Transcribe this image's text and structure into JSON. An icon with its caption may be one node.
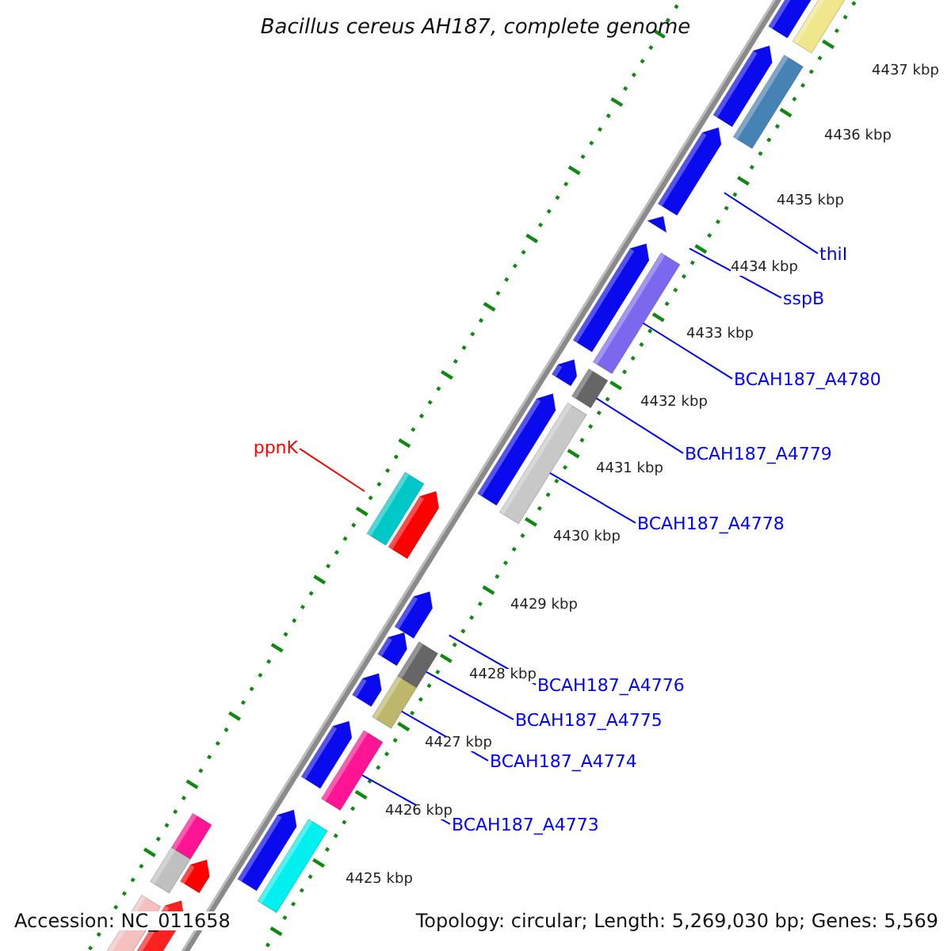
{
  "diagram": {
    "title": "Bacillus cereus AH187, complete genome",
    "nodes": [
      {
        "text": [
          "thiI"
        ]
      },
      {
        "text": [
          "sspB"
        ]
      },
      {
        "text": [
          "BCAH187_A4780"
        ]
      },
      {
        "text": [
          "ppnK"
        ]
      },
      {
        "text": [
          "BCAH187_A4779"
        ]
      },
      {
        "text": [
          "BCAH187_A4778"
        ]
      },
      {
        "text": [
          "BCAH187_A4776"
        ]
      },
      {
        "text": [
          "BCAH187_A4775"
        ]
      },
      {
        "text": [
          "BCAH187_A4774"
        ]
      },
      {
        "text": [
          "BCAH187_A4773"
        ]
      }
    ],
    "edges": [
      {
        "from": 0,
        "to": null,
        "arrow": "none"
      },
      {
        "from": 1,
        "to": null,
        "arrow": "none"
      },
      {
        "from": 2,
        "to": null,
        "arrow": "none"
      },
      {
        "from": 3,
        "to": null,
        "arrow": "none",
        "color": "#ff0000"
      },
      {
        "from": 4,
        "to": null,
        "arrow": "none"
      },
      {
        "from": 5,
        "to": null,
        "arrow": "none"
      },
      {
        "from": 6,
        "to": null,
        "arrow": "none"
      },
      {
        "from": 7,
        "to": null,
        "arrow": "none"
      },
      {
        "from": 8,
        "to": null,
        "arrow": "none"
      },
      {
        "from": 9,
        "to": null,
        "arrow": "none"
      }
    ],
    "labels": [
      "4437 kbp",
      "4436 kbp",
      "4435 kbp",
      "4434 kbp",
      "4433 kbp",
      "4432 kbp",
      "4431 kbp",
      "4430 kbp",
      "4429 kbp",
      "4428 kbp",
      "4427 kbp",
      "4426 kbp",
      "4425 kbp",
      "Accession: NC_011658",
      "Topology: circular; Length: 5,269,030 bp; Genes: 5,569"
    ]
  }
}
